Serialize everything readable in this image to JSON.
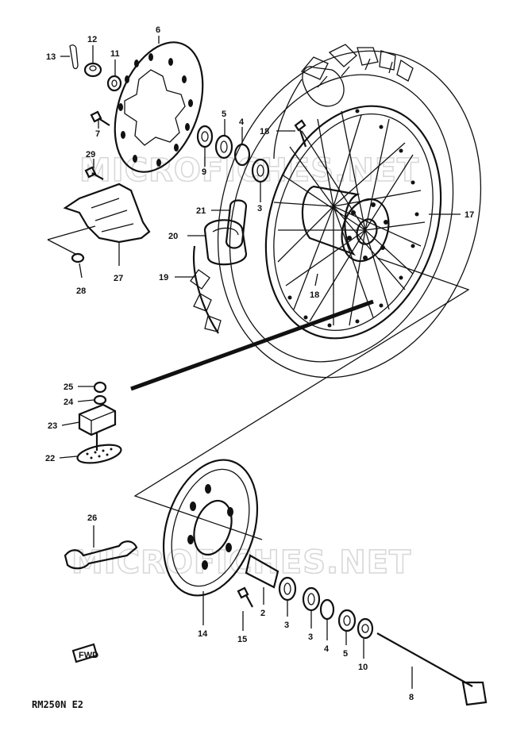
{
  "diagram": {
    "model_caption": "RM250N E2",
    "watermark": "MICROFICHES.NET",
    "callouts": [
      {
        "id": "c13",
        "text": "13"
      },
      {
        "id": "c12",
        "text": "12"
      },
      {
        "id": "c11",
        "text": "11"
      },
      {
        "id": "c6",
        "text": "6"
      },
      {
        "id": "c7",
        "text": "7"
      },
      {
        "id": "c29",
        "text": "29"
      },
      {
        "id": "c9",
        "text": "9"
      },
      {
        "id": "c5a",
        "text": "5"
      },
      {
        "id": "c4a",
        "text": "4"
      },
      {
        "id": "c18a",
        "text": "18"
      },
      {
        "id": "c3a",
        "text": "3"
      },
      {
        "id": "c21",
        "text": "21"
      },
      {
        "id": "c20",
        "text": "20"
      },
      {
        "id": "c27",
        "text": "27"
      },
      {
        "id": "c28",
        "text": "28"
      },
      {
        "id": "c19",
        "text": "19"
      },
      {
        "id": "c18b",
        "text": "18"
      },
      {
        "id": "c17",
        "text": "17"
      },
      {
        "id": "c25",
        "text": "25"
      },
      {
        "id": "c24",
        "text": "24"
      },
      {
        "id": "c23",
        "text": "23"
      },
      {
        "id": "c22",
        "text": "22"
      },
      {
        "id": "c26",
        "text": "26"
      },
      {
        "id": "c2",
        "text": "2"
      },
      {
        "id": "c3b",
        "text": "3"
      },
      {
        "id": "c3c",
        "text": "3"
      },
      {
        "id": "c4b",
        "text": "4"
      },
      {
        "id": "c5b",
        "text": "5"
      },
      {
        "id": "c10",
        "text": "10"
      },
      {
        "id": "c14",
        "text": "14"
      },
      {
        "id": "c15",
        "text": "15"
      },
      {
        "id": "c8",
        "text": "8"
      }
    ],
    "fwd_badge": "FWD"
  }
}
